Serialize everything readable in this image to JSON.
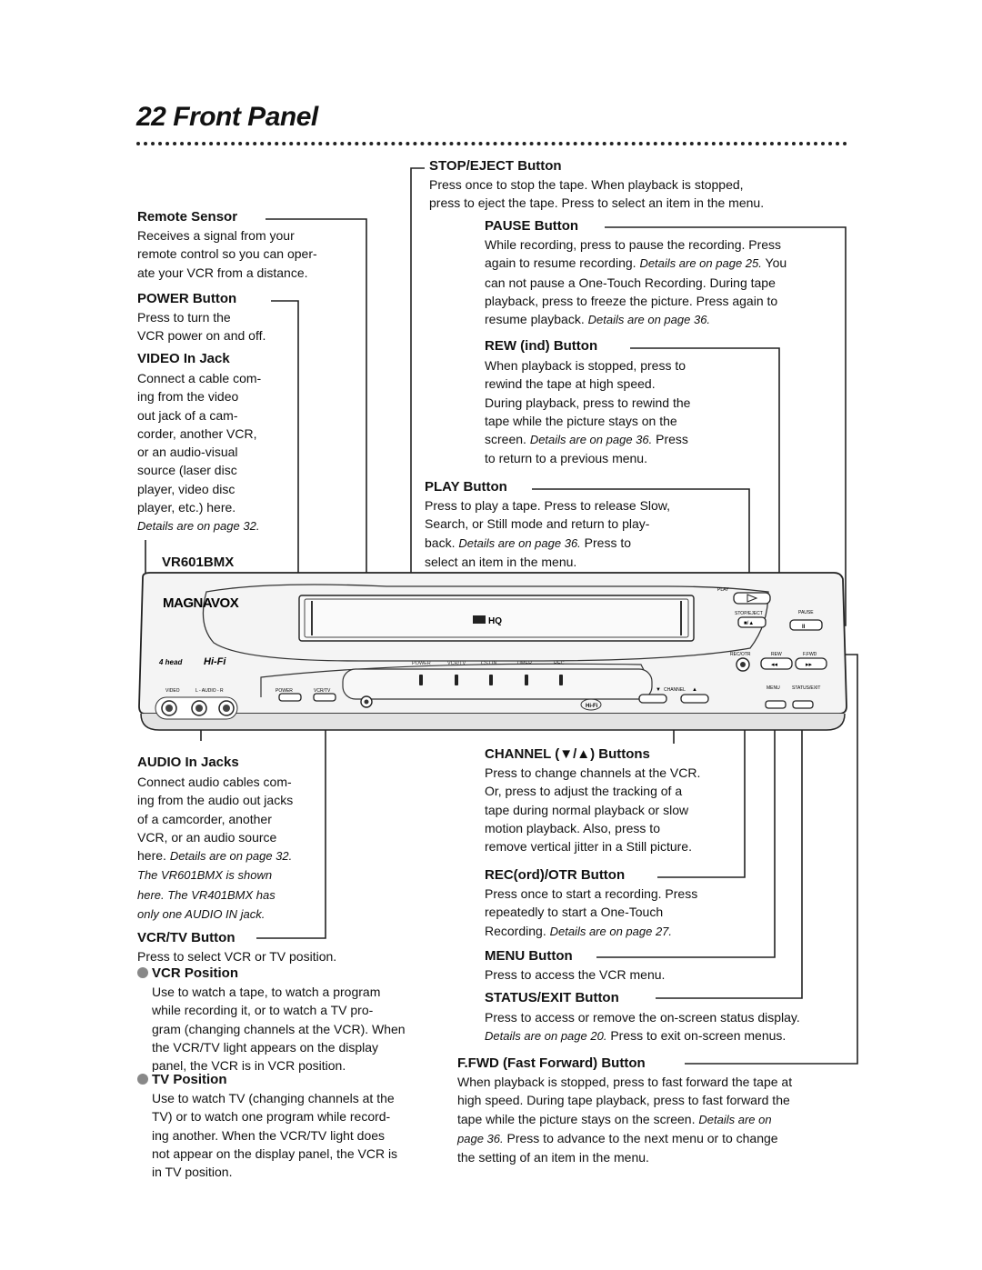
{
  "page": {
    "title": "22 Front Panel"
  },
  "model": "VR601BMX",
  "vcr": {
    "brand": "MAGNAVOX",
    "hifi_logo": "Hi-Fi",
    "head_logo": "4 head",
    "display_badge": "HQ",
    "lights": [
      "POWER",
      "VCR/TV",
      "CST.IN",
      "TIMER",
      "REC"
    ],
    "jack_labels": {
      "video": "VIDEO",
      "audio": "L - AUDIO - R"
    },
    "button_labels": {
      "power": "POWER",
      "vcrtv": "VCR/TV",
      "play": "PLAY",
      "stop_eject": "STOP/EJECT",
      "pause": "PAUSE",
      "rec_otr": "REC/OTR",
      "rew": "REW",
      "ffwd": "F.FWD",
      "channel": "CHANNEL",
      "menu": "MENU",
      "status_exit": "STATUS/EXIT"
    },
    "glyphs": {
      "play": "▷",
      "stop": "■/▲",
      "pause": "II",
      "rew": "◂◂",
      "ffwd": "▸▸",
      "ch_down": "▼",
      "ch_up": "▲"
    }
  },
  "sections": {
    "remote_sensor": {
      "heading": "Remote Sensor",
      "lines": [
        "Receives a signal from your",
        "remote control so you can oper-",
        "ate your VCR from a distance."
      ]
    },
    "power": {
      "heading": "POWER Button",
      "lines": [
        "Press to turn the",
        "VCR power on and off."
      ]
    },
    "video_jack": {
      "heading": "VIDEO In Jack",
      "lines": [
        "Connect a cable com-",
        "ing from the video",
        "out jack of a cam-",
        "corder, another VCR,",
        "or an audio-visual",
        "source (laser disc",
        "player, video disc",
        "player, etc.) here."
      ],
      "ref": "Details are on page 32."
    },
    "stop_eject": {
      "heading": "STOP/EJECT Button",
      "lines": [
        "Press once to stop the tape. When playback is stopped,",
        "press to eject the tape. Press to select an item in the menu."
      ]
    },
    "pause": {
      "heading": "PAUSE Button",
      "line1": "While recording, press to pause the recording. Press",
      "line2a": "again to resume recording. ",
      "line2ref": "Details are on page 25.",
      "line2b": " You",
      "line3": "can not pause a One-Touch Recording. During tape",
      "line4": "playback, press to freeze the picture. Press again to",
      "line5a": "resume playback. ",
      "line5ref": "Details are on page 36."
    },
    "rew": {
      "heading": "REW (ind) Button",
      "line1": "When playback is stopped, press to",
      "line2": "rewind the tape at high speed.",
      "line3": "During playback, press to rewind the",
      "line4": "tape while the picture stays on the",
      "line5a": "screen. ",
      "line5ref": "Details are on page 36.",
      "line5b": " Press",
      "line6": "to return to a previous menu."
    },
    "play": {
      "heading": "PLAY Button",
      "line1": "Press to play a tape. Press to release Slow,",
      "line2": "Search, or Still mode and return to play-",
      "line3a": "back. ",
      "line3ref": "Details are on page 36.",
      "line3b": "  Press to",
      "line4": "select an item in the menu."
    },
    "audio_jacks": {
      "heading": "AUDIO In Jacks",
      "lines": [
        "Connect audio cables com-",
        "ing from the audio out jacks",
        "of a camcorder, another",
        "VCR, or an audio source"
      ],
      "line5a": "here. ",
      "line5ref": "Details are on page 32.",
      "note": [
        "The VR601BMX is shown",
        "here. The VR401BMX has",
        "only one AUDIO IN jack."
      ]
    },
    "vcrtv": {
      "heading": "VCR/TV Button",
      "intro": "Press to select VCR or TV position.",
      "vcr_heading": "VCR Position",
      "vcr_lines": [
        "Use to watch a tape, to watch a program",
        "while recording it, or to watch a TV pro-",
        "gram (changing channels at the VCR). When",
        "the VCR/TV light appears on the display",
        "panel, the VCR is in VCR position."
      ],
      "tv_heading": "TV Position",
      "tv_lines": [
        "Use to watch TV (changing channels at the",
        "TV) or to watch one program while record-",
        "ing another. When the VCR/TV light does",
        "not appear on the display panel, the VCR is",
        "in TV position."
      ]
    },
    "channel": {
      "heading": "CHANNEL (▼/▲) Buttons",
      "lines": [
        "Press to change channels at the VCR.",
        "Or, press to adjust the tracking of a",
        "tape during normal playback or slow",
        "motion playback. Also, press to",
        "remove vertical jitter in a Still picture."
      ]
    },
    "rec_otr": {
      "heading": "REC(ord)/OTR Button",
      "lines": [
        "Press once to start a recording. Press",
        "repeatedly to start a One-Touch"
      ],
      "line3a": "Recording. ",
      "line3ref": "Details are on page 27."
    },
    "menu": {
      "heading": "MENU Button",
      "line": "Press to access the VCR menu."
    },
    "status_exit": {
      "heading": "STATUS/EXIT Button",
      "line1": "Press to access or remove the on-screen status display.",
      "line2ref": "Details are on page 20.",
      "line2b": " Press to exit on-screen menus."
    },
    "ffwd": {
      "heading": "F.FWD (Fast Forward) Button",
      "line1": "When playback is stopped, press to fast forward the tape at",
      "line2": "high speed. During tape playback, press to fast forward the",
      "line3a": "tape while the picture stays on the screen. ",
      "line3ref": "Details are on",
      "line4ref": "page 36.",
      "line4b": " Press to advance to the next menu or to change",
      "line5": "the setting of an item in the menu."
    }
  }
}
